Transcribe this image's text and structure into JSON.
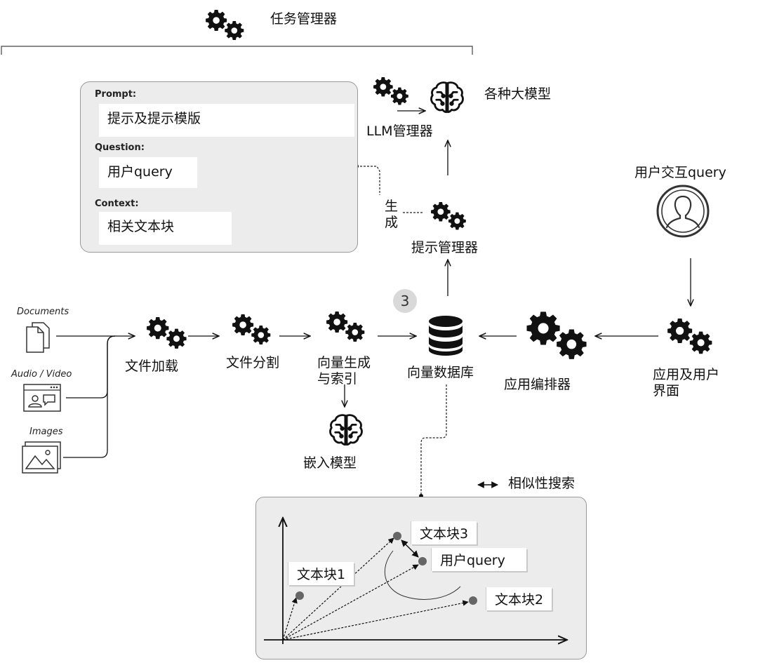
{
  "task_manager": "任务管理器",
  "prompt_panel": {
    "prompt_label": "Prompt:",
    "prompt_value": "提示及提示模版",
    "question_label": "Question:",
    "question_value": "用户query",
    "context_label": "Context:",
    "context_value": "相关文本块"
  },
  "models": "各种大模型",
  "llm_manager": "LLM管理器",
  "generate": "生成",
  "prompt_manager": "提示管理器",
  "user_query": "用户交互query",
  "sources": {
    "documents": "Documents",
    "audio_video": "Audio / Video",
    "images": "Images"
  },
  "pipeline": {
    "file_loading": "文件加载",
    "file_split": "文件分割",
    "vector_gen_line1": "向量生成",
    "vector_gen_line2": "与索引",
    "vector_db": "向量数据库",
    "orchestrator": "应用编排器",
    "app_ui_line1": "应用及用户",
    "app_ui_line2": "界面"
  },
  "step_number": "3",
  "embedding_model": "嵌入模型",
  "similarity_search": "相似性搜索",
  "search_panel": {
    "chunk1": "文本块1",
    "chunk2": "文本块2",
    "chunk3": "文本块3",
    "query": "用户query"
  },
  "icons": {
    "gears": "gears-icon",
    "brain": "brain-icon",
    "database": "database-icon",
    "user": "user-avatar-icon",
    "document": "document-icon",
    "video": "video-icon",
    "image": "image-icon"
  }
}
